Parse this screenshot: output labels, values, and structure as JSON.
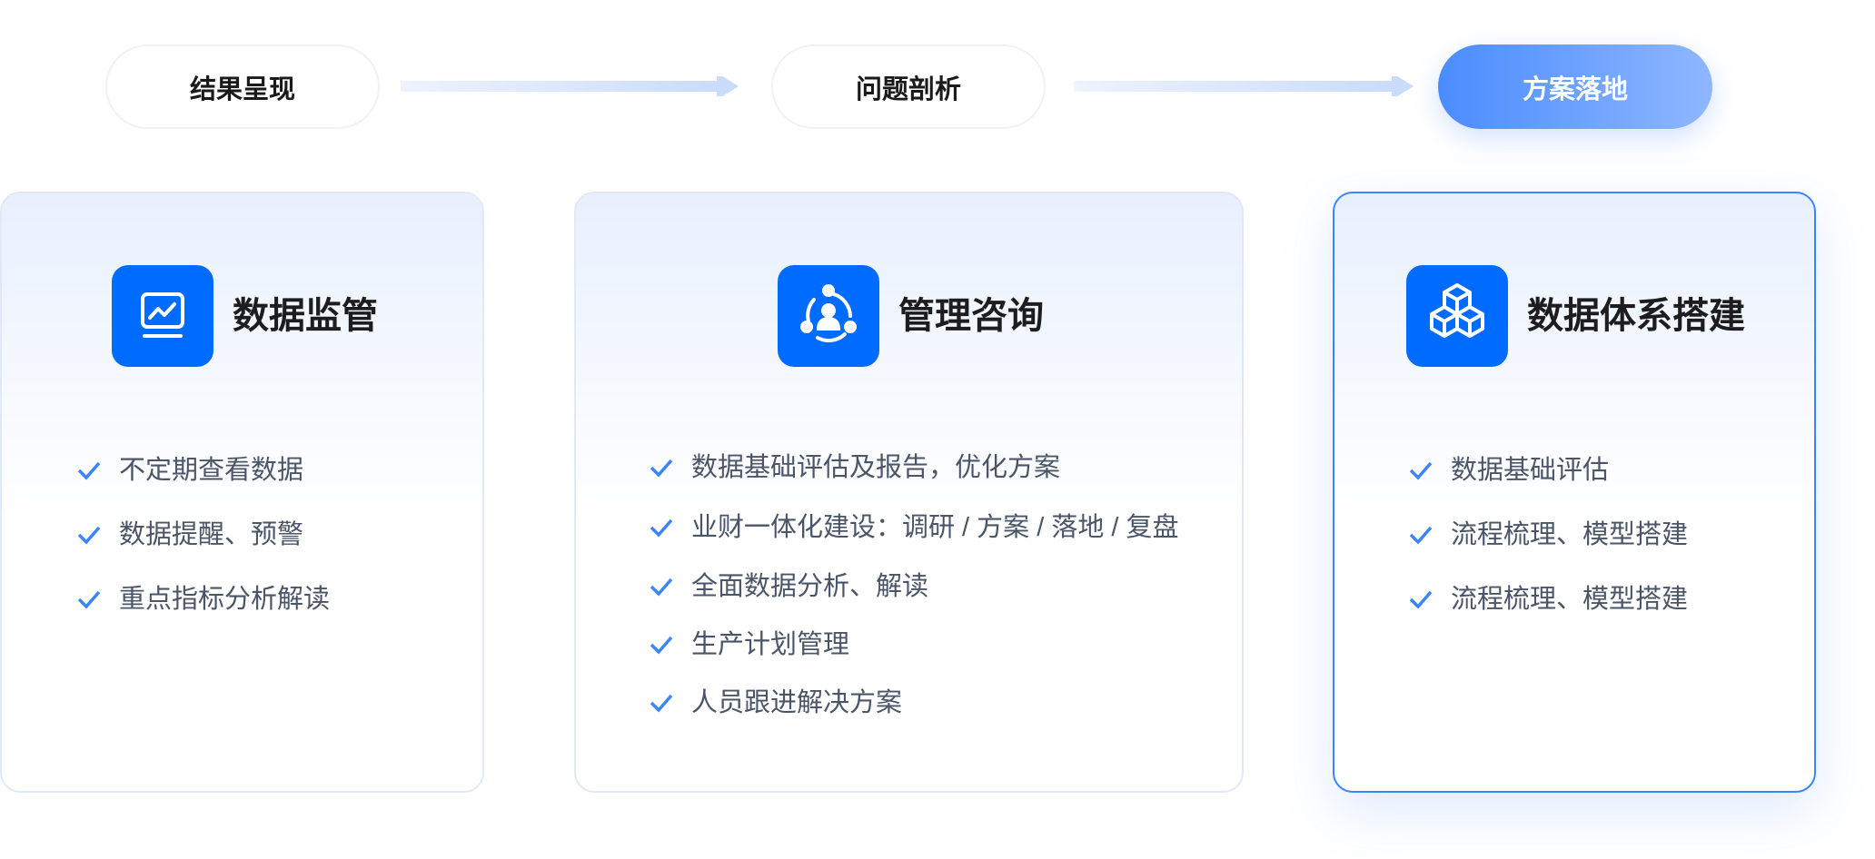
{
  "steps": [
    {
      "label": "结果呈现"
    },
    {
      "label": "问题剖析"
    },
    {
      "label": "方案落地"
    }
  ],
  "cards": [
    {
      "title": "数据监管",
      "icon": "monitor-chart-icon",
      "items": [
        "不定期查看数据",
        "数据提醒、预警",
        "重点指标分析解读"
      ]
    },
    {
      "title": "管理咨询",
      "icon": "consulting-person-icon",
      "items": [
        "数据基础评估及报告，优化方案",
        "业财一体化建设：调研 / 方案 / 落地 / 复盘",
        "全面数据分析、解读",
        "生产计划管理",
        "人员跟进解决方案"
      ]
    },
    {
      "title": "数据体系搭建",
      "icon": "cubes-icon",
      "items": [
        "数据基础评估",
        "流程梳理、模型搭建",
        "流程梳理、模型搭建"
      ]
    }
  ],
  "colors": {
    "accent": "#006cff",
    "check": "#3a84ff"
  }
}
